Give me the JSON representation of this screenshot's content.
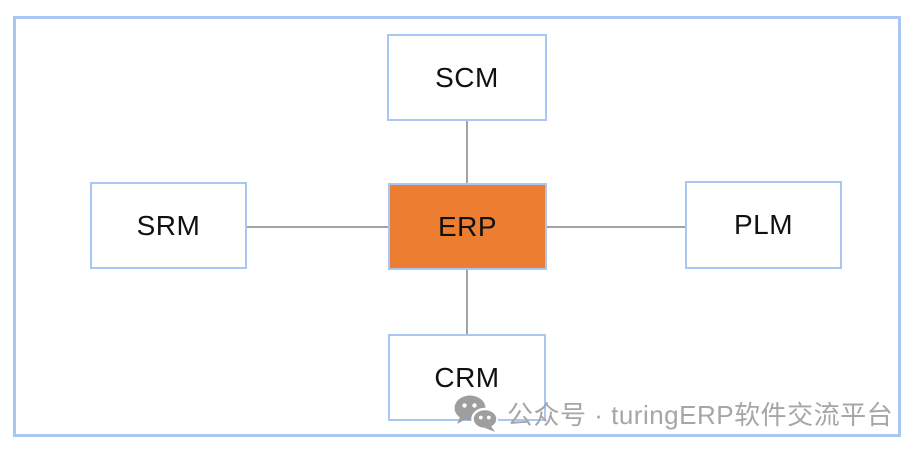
{
  "diagram": {
    "center": {
      "label": "ERP",
      "fill": "#ed7d31"
    },
    "nodes": [
      {
        "id": "scm",
        "label": "SCM",
        "position": "top"
      },
      {
        "id": "srm",
        "label": "SRM",
        "position": "left"
      },
      {
        "id": "plm",
        "label": "PLM",
        "position": "right"
      },
      {
        "id": "crm",
        "label": "CRM",
        "position": "bottom"
      }
    ],
    "box_border_color": "#a9c7f2",
    "frame_border_color": "#a9c7f2",
    "connector_color": "#a3a3a3"
  },
  "watermark": {
    "icon": "wechat-icon",
    "text": "公众号 · turingERP软件交流平台",
    "color": "#a6a6a6"
  }
}
